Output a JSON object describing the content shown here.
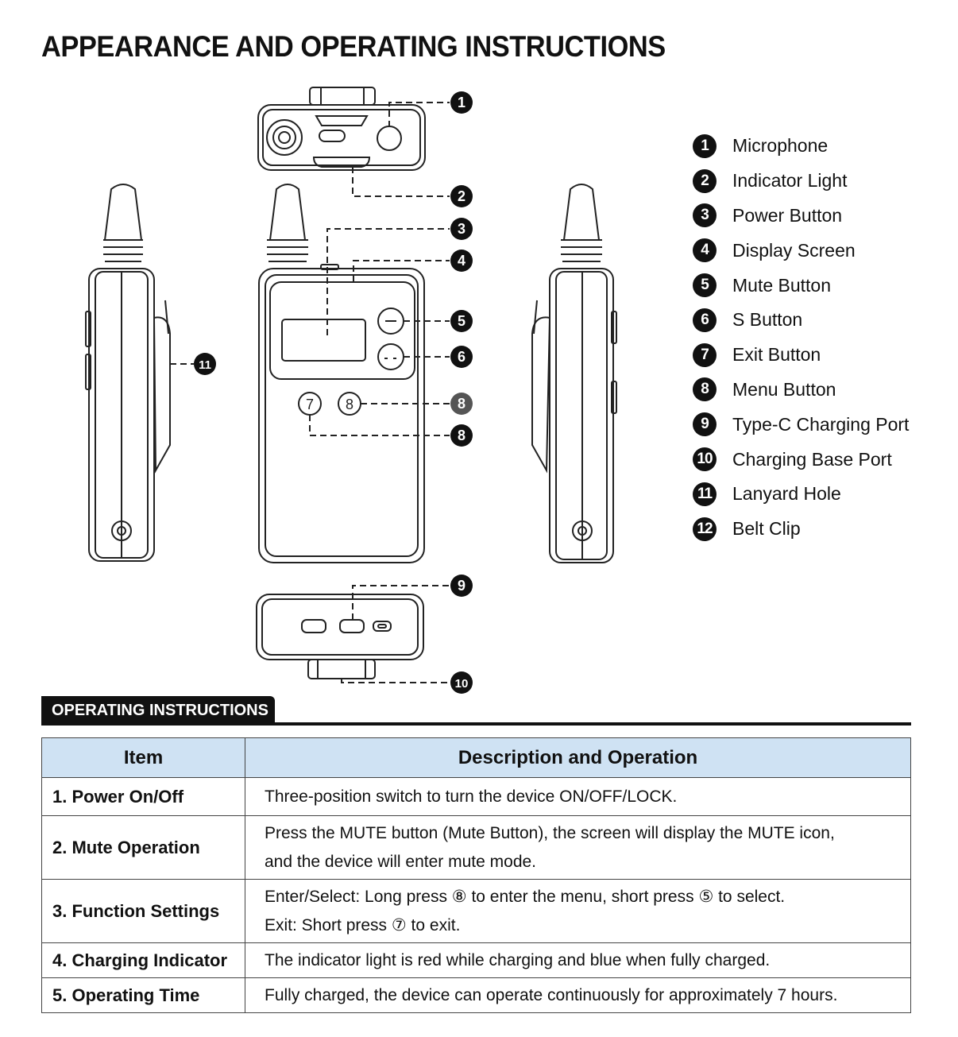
{
  "page": {
    "title": "APPEARANCE AND OPERATING INSTRUCTIONS"
  },
  "legend": [
    {
      "num": "1",
      "label": "Microphone"
    },
    {
      "num": "2",
      "label": "Indicator Light"
    },
    {
      "num": "3",
      "label": "Power Button"
    },
    {
      "num": "4",
      "label": "Display Screen"
    },
    {
      "num": "5",
      "label": "Mute Button"
    },
    {
      "num": "6",
      "label": "S Button"
    },
    {
      "num": "7",
      "label": "Exit Button"
    },
    {
      "num": "8",
      "label": "Menu Button"
    },
    {
      "num": "9",
      "label": "Type-C Charging Port"
    },
    {
      "num": "10",
      "label": "Charging Base Port"
    },
    {
      "num": "11",
      "label": "Lanyard Hole"
    },
    {
      "num": "12",
      "label": "Belt Clip"
    }
  ],
  "diagram": {
    "callouts": [
      "1",
      "2",
      "3",
      "4",
      "5",
      "6",
      "8",
      "8",
      "9",
      "10",
      "11"
    ],
    "front_buttons": {
      "mute": "—",
      "s": "--",
      "exit": "7",
      "menu": "8"
    }
  },
  "operating": {
    "tab_label": "OPERATING INSTRUCTIONS",
    "headers": {
      "item": "Item",
      "desc": "Description and Operation"
    },
    "rows": [
      {
        "item": "1. Power On/Off",
        "lines": [
          "Three-position switch to turn the device ON/OFF/LOCK."
        ]
      },
      {
        "item": "2. Mute Operation",
        "lines": [
          "Press the MUTE button (Mute Button), the screen will display the MUTE icon,",
          "and the device will enter mute mode."
        ]
      },
      {
        "item": "3. Function Settings",
        "lines": [
          "Enter/Select: Long press ⑧ to enter the menu, short press ⑤ to select.",
          "Exit: Short press ⑦ to exit."
        ]
      },
      {
        "item": "4. Charging Indicator",
        "lines": [
          "The indicator light is red while charging and blue when fully charged."
        ]
      },
      {
        "item": "5. Operating Time",
        "lines": [
          "Fully charged, the device can operate continuously for approximately 7 hours."
        ]
      }
    ]
  }
}
